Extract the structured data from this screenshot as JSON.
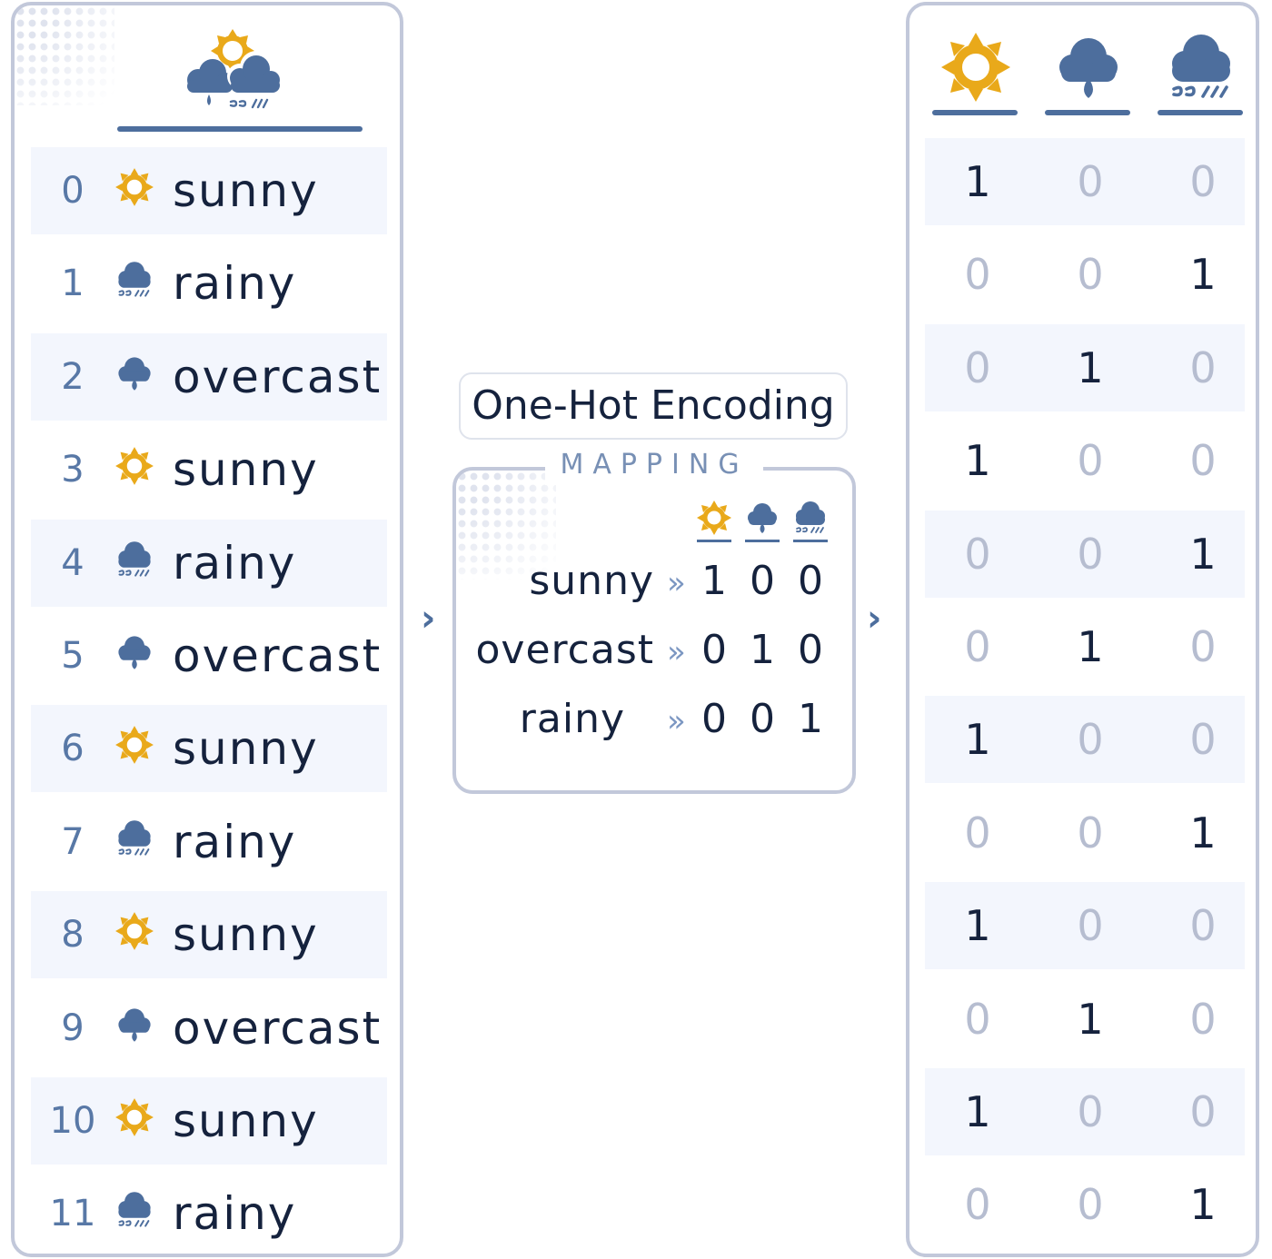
{
  "palette": {
    "sun": "#e9a91a",
    "cloud": "#4d6e9d",
    "on_digit": "#15223d",
    "off_digit": "#b6bdd0",
    "index_text": "#5878a6",
    "panel_border": "#c2c8da",
    "row_shade": "#f3f6fd"
  },
  "categories": [
    {
      "key": "sunny",
      "icon": "sun-icon"
    },
    {
      "key": "overcast",
      "icon": "cloud-drop-icon"
    },
    {
      "key": "rainy",
      "icon": "rain-cloud-icon"
    }
  ],
  "left_rows": [
    {
      "index": "0",
      "label": "sunny",
      "icon": "sun-icon"
    },
    {
      "index": "1",
      "label": "rainy",
      "icon": "rain-cloud-icon"
    },
    {
      "index": "2",
      "label": "overcast",
      "icon": "cloud-drop-icon"
    },
    {
      "index": "3",
      "label": "sunny",
      "icon": "sun-icon"
    },
    {
      "index": "4",
      "label": "rainy",
      "icon": "rain-cloud-icon"
    },
    {
      "index": "5",
      "label": "overcast",
      "icon": "cloud-drop-icon"
    },
    {
      "index": "6",
      "label": "sunny",
      "icon": "sun-icon"
    },
    {
      "index": "7",
      "label": "rainy",
      "icon": "rain-cloud-icon"
    },
    {
      "index": "8",
      "label": "sunny",
      "icon": "sun-icon"
    },
    {
      "index": "9",
      "label": "overcast",
      "icon": "cloud-drop-icon"
    },
    {
      "index": "10",
      "label": "sunny",
      "icon": "sun-icon"
    },
    {
      "index": "11",
      "label": "rainy",
      "icon": "rain-cloud-icon"
    }
  ],
  "center": {
    "title": "One-Hot Encoding",
    "subtitle": "MAPPING",
    "chevron": "»",
    "rows": [
      {
        "label": "sunny",
        "values": [
          "1",
          "0",
          "0"
        ]
      },
      {
        "label": "overcast",
        "values": [
          "0",
          "1",
          "0"
        ]
      },
      {
        "label": "rainy",
        "values": [
          "0",
          "0",
          "1"
        ]
      }
    ]
  },
  "right_rows": [
    [
      "1",
      "0",
      "0"
    ],
    [
      "0",
      "0",
      "1"
    ],
    [
      "0",
      "1",
      "0"
    ],
    [
      "1",
      "0",
      "0"
    ],
    [
      "0",
      "0",
      "1"
    ],
    [
      "0",
      "1",
      "0"
    ],
    [
      "1",
      "0",
      "0"
    ],
    [
      "0",
      "0",
      "1"
    ],
    [
      "1",
      "0",
      "0"
    ],
    [
      "0",
      "1",
      "0"
    ],
    [
      "1",
      "0",
      "0"
    ],
    [
      "0",
      "0",
      "1"
    ]
  ],
  "arrows": {
    "left": "›",
    "right": "›"
  }
}
